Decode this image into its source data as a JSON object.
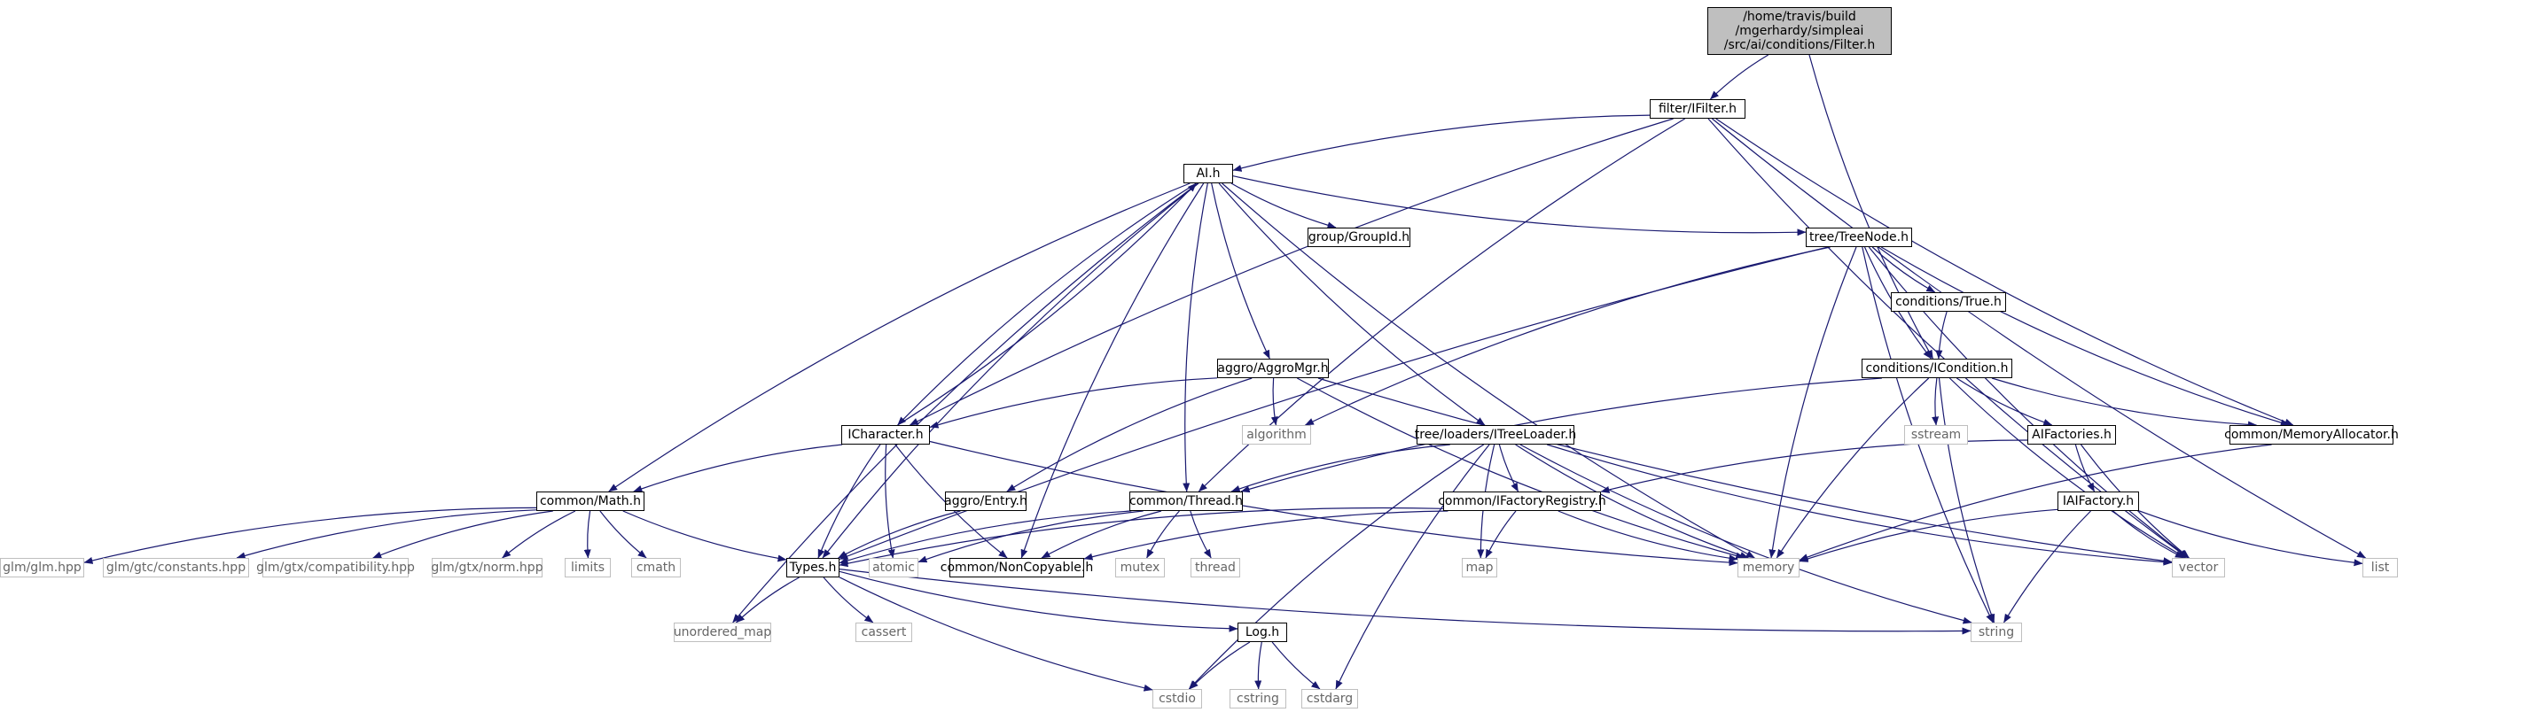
{
  "graph": {
    "colors": {
      "edge": "#191970",
      "root_fill": "#bfbfbf",
      "box_stroke": "#000000",
      "external_stroke": "#bfbfbf",
      "background": "#ffffff"
    },
    "nodes": [
      {
        "id": "root",
        "lines": [
          "/home/travis/build",
          "/mgerhardy/simpleai",
          "/src/ai/conditions/Filter.h"
        ],
        "style": "root"
      },
      {
        "id": "ifilter",
        "lines": [
          "filter/IFilter.h"
        ],
        "style": "box"
      },
      {
        "id": "ai",
        "lines": [
          "AI.h"
        ],
        "style": "box"
      },
      {
        "id": "groupid",
        "lines": [
          "group/GroupId.h"
        ],
        "style": "box"
      },
      {
        "id": "treenode",
        "lines": [
          "tree/TreeNode.h"
        ],
        "style": "box"
      },
      {
        "id": "true",
        "lines": [
          "conditions/True.h"
        ],
        "style": "box"
      },
      {
        "id": "icondition",
        "lines": [
          "conditions/ICondition.h"
        ],
        "style": "box"
      },
      {
        "id": "aggromgr",
        "lines": [
          "aggro/AggroMgr.h"
        ],
        "style": "box"
      },
      {
        "id": "algorithm",
        "lines": [
          "algorithm"
        ],
        "style": "external"
      },
      {
        "id": "icharacter",
        "lines": [
          "ICharacter.h"
        ],
        "style": "box"
      },
      {
        "id": "itreeloader",
        "lines": [
          "tree/loaders/ITreeLoader.h"
        ],
        "style": "box"
      },
      {
        "id": "sstream",
        "lines": [
          "sstream"
        ],
        "style": "external"
      },
      {
        "id": "aifactories",
        "lines": [
          "AIFactories.h"
        ],
        "style": "box"
      },
      {
        "id": "memalloc",
        "lines": [
          "common/MemoryAllocator.h"
        ],
        "style": "box"
      },
      {
        "id": "math",
        "lines": [
          "common/Math.h"
        ],
        "style": "box"
      },
      {
        "id": "entry",
        "lines": [
          "aggro/Entry.h"
        ],
        "style": "box"
      },
      {
        "id": "thread",
        "lines": [
          "common/Thread.h"
        ],
        "style": "box"
      },
      {
        "id": "ifactoryreg",
        "lines": [
          "common/IFactoryRegistry.h"
        ],
        "style": "box"
      },
      {
        "id": "iaifactory",
        "lines": [
          "IAIFactory.h"
        ],
        "style": "box"
      },
      {
        "id": "glm",
        "lines": [
          "glm/glm.hpp"
        ],
        "style": "external"
      },
      {
        "id": "glmconst",
        "lines": [
          "glm/gtc/constants.hpp"
        ],
        "style": "external"
      },
      {
        "id": "glmcompat",
        "lines": [
          "glm/gtx/compatibility.hpp"
        ],
        "style": "external"
      },
      {
        "id": "glmnorm",
        "lines": [
          "glm/gtx/norm.hpp"
        ],
        "style": "external"
      },
      {
        "id": "limits",
        "lines": [
          "limits"
        ],
        "style": "external"
      },
      {
        "id": "cmath",
        "lines": [
          "cmath"
        ],
        "style": "external"
      },
      {
        "id": "types",
        "lines": [
          "Types.h"
        ],
        "style": "box"
      },
      {
        "id": "atomic",
        "lines": [
          "atomic"
        ],
        "style": "external"
      },
      {
        "id": "noncopyable",
        "lines": [
          "common/NonCopyable.h"
        ],
        "style": "box"
      },
      {
        "id": "mutex",
        "lines": [
          "mutex"
        ],
        "style": "external"
      },
      {
        "id": "thread_h",
        "lines": [
          "thread"
        ],
        "style": "external"
      },
      {
        "id": "map",
        "lines": [
          "map"
        ],
        "style": "external"
      },
      {
        "id": "memory",
        "lines": [
          "memory"
        ],
        "style": "external"
      },
      {
        "id": "vector",
        "lines": [
          "vector"
        ],
        "style": "external"
      },
      {
        "id": "list",
        "lines": [
          "list"
        ],
        "style": "external"
      },
      {
        "id": "unordered_map",
        "lines": [
          "unordered_map"
        ],
        "style": "external"
      },
      {
        "id": "cassert",
        "lines": [
          "cassert"
        ],
        "style": "external"
      },
      {
        "id": "log",
        "lines": [
          "Log.h"
        ],
        "style": "box"
      },
      {
        "id": "string",
        "lines": [
          "string"
        ],
        "style": "external"
      },
      {
        "id": "cstdio",
        "lines": [
          "cstdio"
        ],
        "style": "external"
      },
      {
        "id": "cstring",
        "lines": [
          "cstring"
        ],
        "style": "external"
      },
      {
        "id": "cstdarg",
        "lines": [
          "cstdarg"
        ],
        "style": "external"
      }
    ],
    "edges": [
      [
        "root",
        "ifilter"
      ],
      [
        "root",
        "icondition"
      ],
      [
        "ifilter",
        "ai"
      ],
      [
        "ifilter",
        "icharacter"
      ],
      [
        "ifilter",
        "thread"
      ],
      [
        "ifilter",
        "memalloc"
      ],
      [
        "ifilter",
        "vector"
      ],
      [
        "ifilter",
        "list"
      ],
      [
        "ai",
        "groupid"
      ],
      [
        "ai",
        "treenode"
      ],
      [
        "ai",
        "aggromgr"
      ],
      [
        "ai",
        "icharacter"
      ],
      [
        "ai",
        "itreeloader"
      ],
      [
        "ai",
        "math"
      ],
      [
        "ai",
        "thread"
      ],
      [
        "ai",
        "types"
      ],
      [
        "ai",
        "noncopyable"
      ],
      [
        "ai",
        "memory"
      ],
      [
        "ai",
        "unordered_map"
      ],
      [
        "treenode",
        "true"
      ],
      [
        "treenode",
        "icondition"
      ],
      [
        "treenode",
        "memalloc"
      ],
      [
        "treenode",
        "algorithm"
      ],
      [
        "treenode",
        "types"
      ],
      [
        "treenode",
        "memory"
      ],
      [
        "treenode",
        "vector"
      ],
      [
        "treenode",
        "string"
      ],
      [
        "true",
        "icondition"
      ],
      [
        "icondition",
        "sstream"
      ],
      [
        "icondition",
        "aifactories"
      ],
      [
        "icondition",
        "memalloc"
      ],
      [
        "icondition",
        "thread"
      ],
      [
        "icondition",
        "memory"
      ],
      [
        "icondition",
        "vector"
      ],
      [
        "icondition",
        "string"
      ],
      [
        "aggromgr",
        "icharacter"
      ],
      [
        "aggromgr",
        "entry"
      ],
      [
        "aggromgr",
        "algorithm"
      ],
      [
        "aggromgr",
        "memory"
      ],
      [
        "aggromgr",
        "vector"
      ],
      [
        "icharacter",
        "ai"
      ],
      [
        "icharacter",
        "math"
      ],
      [
        "icharacter",
        "types"
      ],
      [
        "icharacter",
        "noncopyable"
      ],
      [
        "icharacter",
        "atomic"
      ],
      [
        "icharacter",
        "memory"
      ],
      [
        "itreeloader",
        "thread"
      ],
      [
        "itreeloader",
        "ifactoryreg"
      ],
      [
        "itreeloader",
        "memory"
      ],
      [
        "itreeloader",
        "vector"
      ],
      [
        "itreeloader",
        "map"
      ],
      [
        "itreeloader",
        "string"
      ],
      [
        "itreeloader",
        "cstdio"
      ],
      [
        "itreeloader",
        "cstdarg"
      ],
      [
        "aifactories",
        "ifactoryreg"
      ],
      [
        "aifactories",
        "iaifactory"
      ],
      [
        "aifactories",
        "vector"
      ],
      [
        "memalloc",
        "memory"
      ],
      [
        "math",
        "glm"
      ],
      [
        "math",
        "glmconst"
      ],
      [
        "math",
        "glmcompat"
      ],
      [
        "math",
        "glmnorm"
      ],
      [
        "math",
        "limits"
      ],
      [
        "math",
        "cmath"
      ],
      [
        "math",
        "types"
      ],
      [
        "entry",
        "types"
      ],
      [
        "thread",
        "types"
      ],
      [
        "thread",
        "atomic"
      ],
      [
        "thread",
        "noncopyable"
      ],
      [
        "thread",
        "mutex"
      ],
      [
        "thread",
        "thread_h"
      ],
      [
        "ifactoryreg",
        "types"
      ],
      [
        "ifactoryreg",
        "noncopyable"
      ],
      [
        "ifactoryreg",
        "map"
      ],
      [
        "ifactoryreg",
        "memory"
      ],
      [
        "iaifactory",
        "memory"
      ],
      [
        "iaifactory",
        "vector"
      ],
      [
        "iaifactory",
        "list"
      ],
      [
        "iaifactory",
        "string"
      ],
      [
        "types",
        "log"
      ],
      [
        "types",
        "unordered_map"
      ],
      [
        "types",
        "cassert"
      ],
      [
        "types",
        "string"
      ],
      [
        "types",
        "cstdio"
      ],
      [
        "log",
        "cstdio"
      ],
      [
        "log",
        "cstring"
      ],
      [
        "log",
        "cstdarg"
      ]
    ]
  }
}
